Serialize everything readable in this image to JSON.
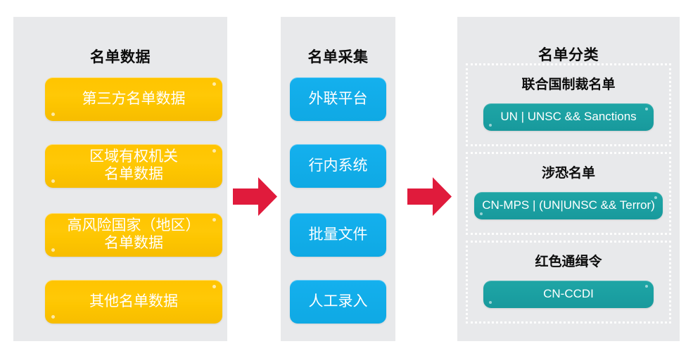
{
  "diagram": {
    "type": "flow",
    "background_color": "#ffffff",
    "panel_color": "#e8e9eb",
    "accent_colors": {
      "source": "#ffc400",
      "collect": "#12ade9",
      "classify": "#1ba0a2",
      "arrow": "#e01b3c"
    }
  },
  "panels": {
    "source": {
      "title": "名单数据",
      "items": [
        {
          "label": "第三方名单数据"
        },
        {
          "label": "区域有权机关\n名单数据"
        },
        {
          "label": "高风险国家（地区）\n名单数据"
        },
        {
          "label": "其他名单数据"
        }
      ]
    },
    "collect": {
      "title": "名单采集",
      "items": [
        {
          "label": "外联平台"
        },
        {
          "label": "行内系统"
        },
        {
          "label": "批量文件"
        },
        {
          "label": "人工录入"
        }
      ]
    },
    "classify": {
      "title": "名单分类",
      "groups": [
        {
          "title": "联合国制裁名单",
          "item": "UN | UNSC && Sanctions"
        },
        {
          "title": "涉恐名单",
          "item": "CN-MPS | (UN|UNSC && Terror)"
        },
        {
          "title": "红色通缉令",
          "item": "CN-CCDI"
        }
      ]
    }
  },
  "arrows": [
    {
      "name": "arrow-source-to-collect",
      "direction": "right"
    },
    {
      "name": "arrow-collect-to-classify",
      "direction": "right"
    }
  ]
}
